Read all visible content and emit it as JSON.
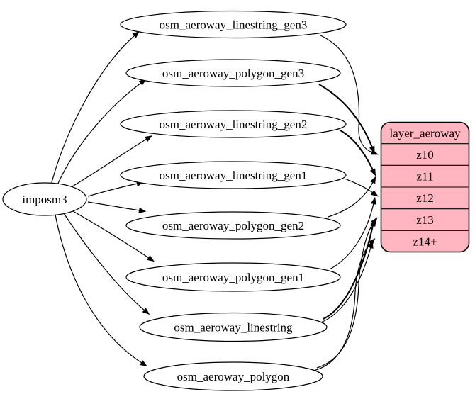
{
  "diagram": {
    "kind": "etl-graph",
    "background_color": "#ffffff",
    "edge_color": "#000000",
    "node_border_color": "#000000",
    "source": {
      "label": "imposm3"
    },
    "tables": [
      {
        "id": "osm_aeroway_linestring_gen3",
        "label": "osm_aeroway_linestring_gen3"
      },
      {
        "id": "osm_aeroway_polygon_gen3",
        "label": "osm_aeroway_polygon_gen3"
      },
      {
        "id": "osm_aeroway_linestring_gen2",
        "label": "osm_aeroway_linestring_gen2"
      },
      {
        "id": "osm_aeroway_linestring_gen1",
        "label": "osm_aeroway_linestring_gen1"
      },
      {
        "id": "osm_aeroway_polygon_gen2",
        "label": "osm_aeroway_polygon_gen2"
      },
      {
        "id": "osm_aeroway_polygon_gen1",
        "label": "osm_aeroway_polygon_gen1"
      },
      {
        "id": "osm_aeroway_linestring",
        "label": "osm_aeroway_linestring"
      },
      {
        "id": "osm_aeroway_polygon",
        "label": "osm_aeroway_polygon"
      }
    ],
    "layer": {
      "title": "layer_aeroway",
      "fill_color": "#ffb6c1",
      "rows": [
        "z10",
        "z11",
        "z12",
        "z13",
        "z14+"
      ]
    },
    "edges": [
      {
        "from": "imposm3",
        "to": "osm_aeroway_linestring_gen3"
      },
      {
        "from": "imposm3",
        "to": "osm_aeroway_polygon_gen3"
      },
      {
        "from": "imposm3",
        "to": "osm_aeroway_linestring_gen2"
      },
      {
        "from": "imposm3",
        "to": "osm_aeroway_linestring_gen1"
      },
      {
        "from": "imposm3",
        "to": "osm_aeroway_polygon_gen2"
      },
      {
        "from": "imposm3",
        "to": "osm_aeroway_polygon_gen1"
      },
      {
        "from": "imposm3",
        "to": "osm_aeroway_linestring"
      },
      {
        "from": "imposm3",
        "to": "osm_aeroway_polygon"
      },
      {
        "from": "osm_aeroway_linestring_gen3",
        "to": "z10"
      },
      {
        "from": "osm_aeroway_polygon_gen3",
        "to": "z10"
      },
      {
        "from": "osm_aeroway_linestring_gen2",
        "to": "z11"
      },
      {
        "from": "osm_aeroway_polygon_gen2",
        "to": "z11"
      },
      {
        "from": "osm_aeroway_linestring_gen1",
        "to": "z12"
      },
      {
        "from": "osm_aeroway_polygon_gen1",
        "to": "z12"
      },
      {
        "from": "osm_aeroway_linestring",
        "to": "z13"
      },
      {
        "from": "osm_aeroway_linestring",
        "to": "z14+"
      },
      {
        "from": "osm_aeroway_polygon",
        "to": "z13"
      },
      {
        "from": "osm_aeroway_polygon",
        "to": "z14+"
      }
    ]
  }
}
